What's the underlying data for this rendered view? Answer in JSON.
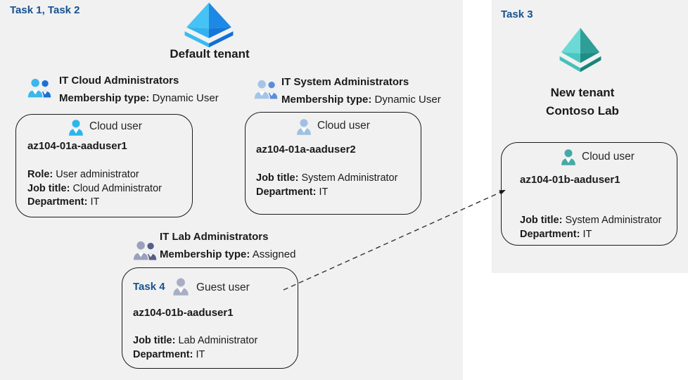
{
  "left_panel": {
    "task_label": "Task 1, Task 2",
    "tenant_name": "Default tenant"
  },
  "right_panel": {
    "task_label": "Task 3",
    "tenant_name_line1": "New tenant",
    "tenant_name_line2": "Contoso Lab"
  },
  "groups": [
    {
      "name": "IT Cloud Administrators",
      "membership_label": "Membership type:",
      "membership_value": "Dynamic User"
    },
    {
      "name": "IT System Administrators",
      "membership_label": "Membership type:",
      "membership_value": "Dynamic User"
    },
    {
      "name": "IT Lab Administrators",
      "membership_label": "Membership type:",
      "membership_value": "Assigned"
    }
  ],
  "users": [
    {
      "type_label": "Cloud user",
      "username": "az104-01a-aaduser1",
      "fields": [
        {
          "label": "Role:",
          "value": "User administrator"
        },
        {
          "label": "Job title:",
          "value": "Cloud Administrator"
        },
        {
          "label": "Department:",
          "value": "IT"
        }
      ]
    },
    {
      "type_label": "Cloud user",
      "username": "az104-01a-aaduser2",
      "fields": [
        {
          "label": "Job title:",
          "value": "System Administrator"
        },
        {
          "label": "Department:",
          "value": "IT"
        }
      ]
    },
    {
      "task_label": "Task 4",
      "type_label": "Guest user",
      "username": "az104-01b-aaduser1",
      "fields": [
        {
          "label": "Job title:",
          "value": "Lab Administrator"
        },
        {
          "label": "Department:",
          "value": "IT"
        }
      ]
    },
    {
      "type_label": "Cloud user",
      "username": "az104-01b-aaduser1",
      "fields": [
        {
          "label": "Job title:",
          "value": "System Administrator"
        },
        {
          "label": "Department:",
          "value": "IT"
        }
      ]
    }
  ],
  "icons": {
    "default_tenant": "azure-ad-pyramid-icon",
    "new_tenant": "azure-ad-pyramid-icon-teal",
    "group": "two-people-icon",
    "cloud_user": "person-icon",
    "guest_user": "person-icon"
  },
  "colors": {
    "panel_background": "#f1f1f2",
    "task_label_blue": "#17518f",
    "tenant_icon_blue_light": "#47c2f4",
    "tenant_icon_blue_dark": "#1e88e5",
    "tenant_icon_teal_light": "#6cdad4",
    "tenant_icon_teal_dark": "#2f9e98",
    "cloud_user_blue": "#2eb6ea",
    "cloud_user_steel": "#9fc0e2",
    "guest_user_gray": "#a8aec4",
    "cloud_user_teal": "#46aaa6",
    "group_blue_primary": "#3ab7ec",
    "group_blue_secondary": "#1a70d8",
    "group_steel_primary": "#a6c4e6",
    "group_steel_secondary": "#5b8ed8",
    "group_gray_primary": "#9ba0bc",
    "group_gray_secondary": "#575c88",
    "card_border": "#1a1a1a"
  }
}
